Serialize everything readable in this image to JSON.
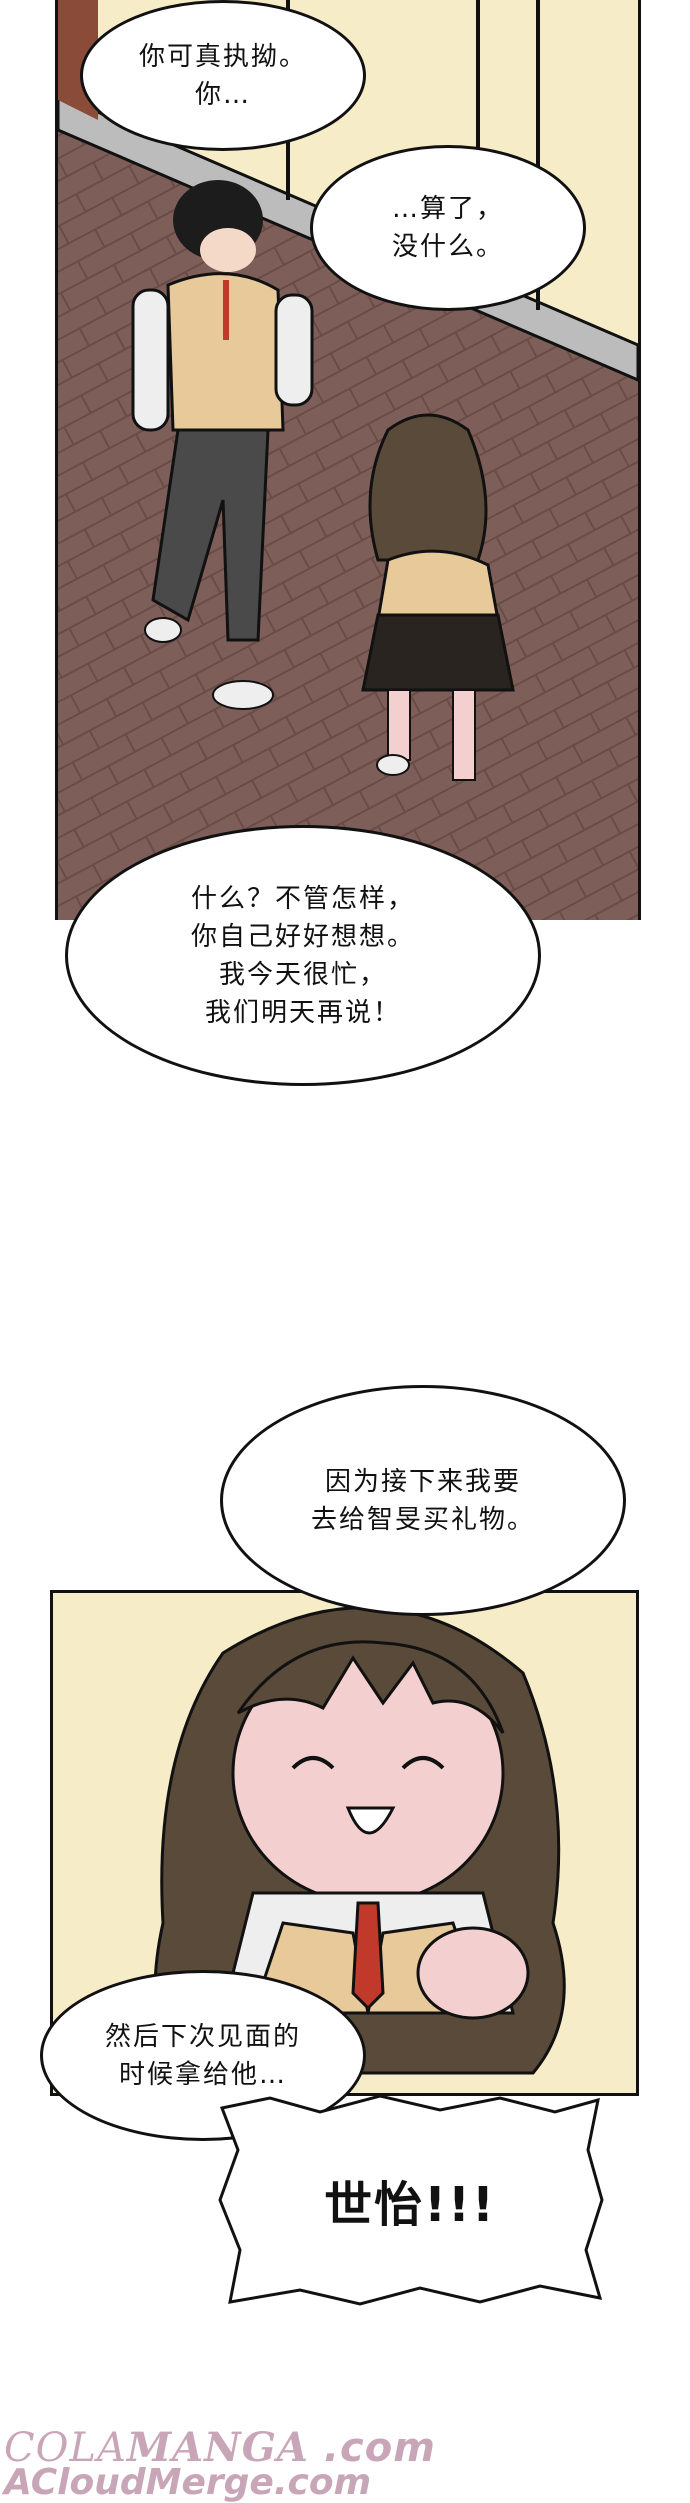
{
  "panel1": {
    "bubble1": [
      "你可真执拗。",
      "你…"
    ],
    "bubble2": [
      "…算了，",
      "没什么。"
    ],
    "bubble3": [
      "什么？不管怎样，",
      "你自己好好想想。",
      "我今天很忙，",
      "我们明天再说！"
    ]
  },
  "panel2": {
    "bubble4": [
      "因为接下来我要",
      "去给智旻买礼物。"
    ],
    "bubble5": [
      "然后下次见面的",
      "时候拿给他…"
    ],
    "shout": "世怡!!!"
  },
  "watermark": {
    "line1_a": "COLA",
    "line1_b": "MANGA",
    "line1_c": " .com",
    "line2": "ACloudMerge.com"
  },
  "colors": {
    "pavement": "#7e5e58",
    "panel_bg": "#f7ecc8",
    "hair": "#5a4a3a",
    "skin": "#f3cfcf",
    "vest": "#e8c99a",
    "watermark": "#c9a6b7"
  }
}
